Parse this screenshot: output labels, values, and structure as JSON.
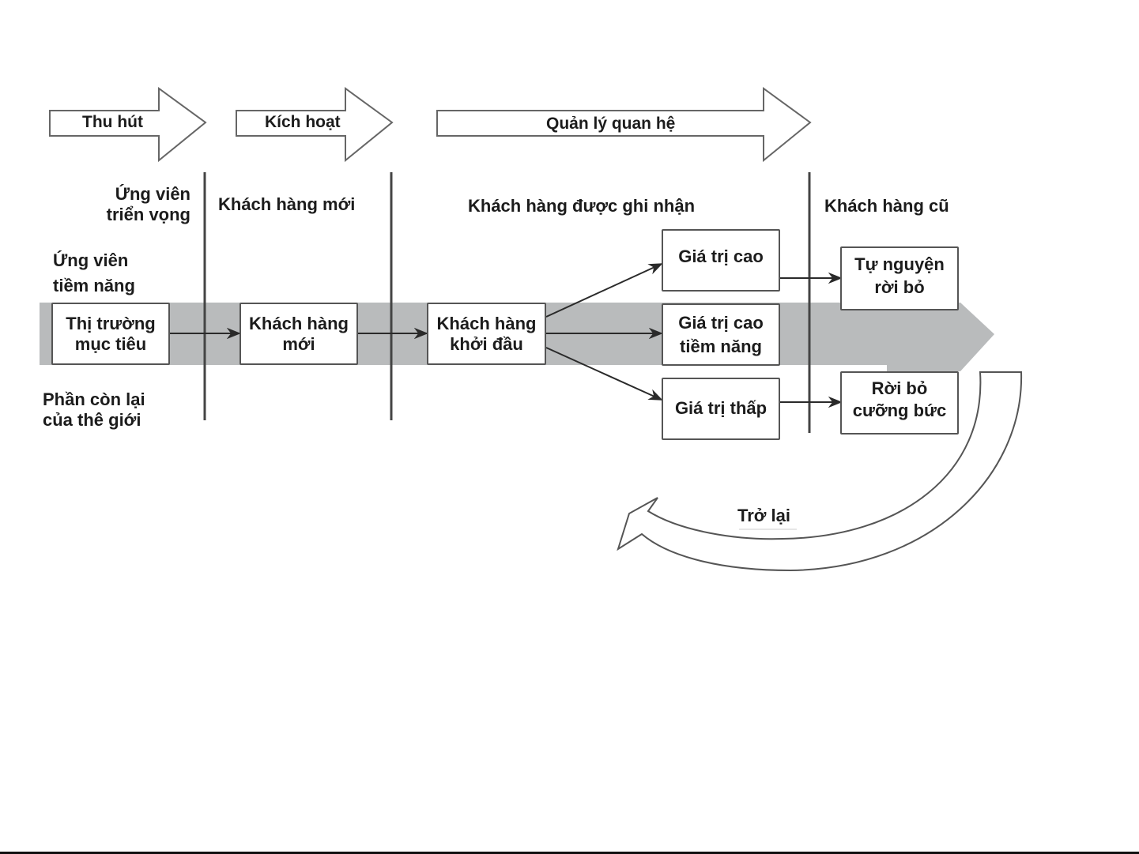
{
  "phases": [
    {
      "label": "Thu hút"
    },
    {
      "label": "Kích hoạt"
    },
    {
      "label": "Quản lý quan hệ"
    }
  ],
  "stage_headers": {
    "prospects": [
      "Ứng viên",
      "triển vọng"
    ],
    "new_customers": "Khách hàng mới",
    "recognized_customers": "Khách hàng được ghi nhận",
    "former_customers": "Khách hàng cũ"
  },
  "side_labels": {
    "potential_candidates": [
      "Ứng viên",
      "tiềm năng"
    ],
    "rest_of_world": [
      "Phần còn lại",
      "của thê giới"
    ]
  },
  "boxes": {
    "target_market": [
      "Thị trường",
      "mục tiêu"
    ],
    "new_customer": [
      "Khách hàng",
      "mới"
    ],
    "initial_customer": [
      "Khách hàng",
      "khởi đầu"
    ],
    "high_value": [
      "Giá trị cao"
    ],
    "high_potential": [
      "Giá trị cao",
      "tiềm năng"
    ],
    "low_value": [
      "Giá trị thấp"
    ],
    "voluntary_churn": [
      "Tự nguyện",
      "rời bỏ"
    ],
    "forced_churn": [
      "Rời bỏ",
      "cưỡng bức"
    ]
  },
  "return_arrow": {
    "label": "Trở lại"
  },
  "colors": {
    "band": "#b9bbbc",
    "stroke": "#555555",
    "text": "#1c1c1c"
  }
}
